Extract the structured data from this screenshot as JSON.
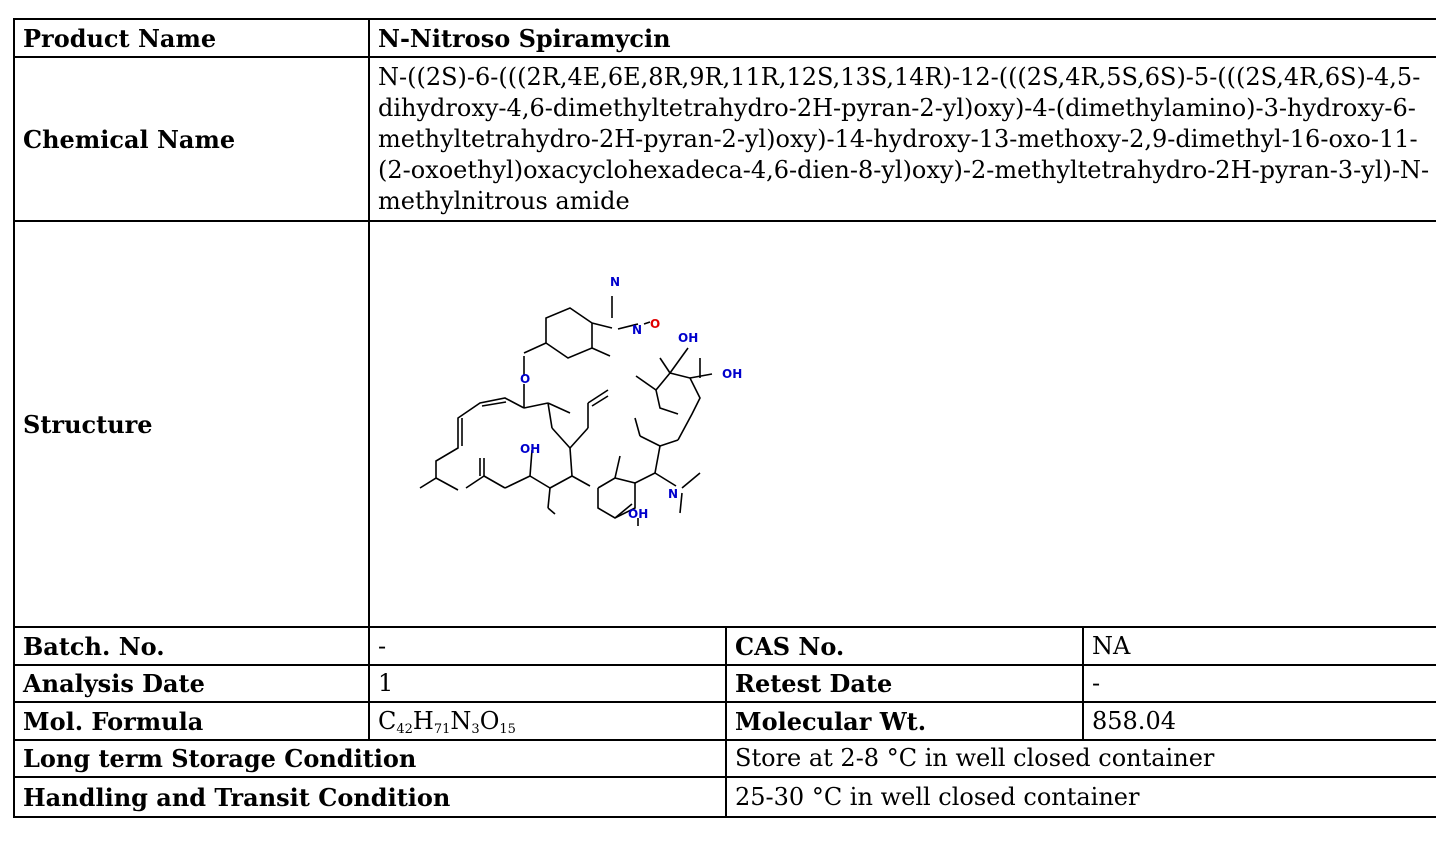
{
  "product_name_label": "Product Name",
  "product_name": "N-Nitroso Spiramycin",
  "chemical_name_label": "Chemical Name",
  "chemical_name": "N-((2S)-6-(((2R,4E,6E,8R,9R,11R,12S,13S,14R)-12-(((2S,4R,5S,6S)-5-(((2S,4R,6S)-4,5-dihydroxy-4,6-dimethyltetrahydro-2H-pyran-2-yl)oxy)-4-(dimethylamino)-3-hydroxy-6-methyltetrahydro-2H-pyran-2-yl)oxy)-14-hydroxy-13-methoxy-2,9-dimethyl-16-oxo-11-(2-oxoethyl)oxacyclohexadeca-4,6-dien-8-yl)oxy)-2-methyltetrahydro-2H-pyran-3-yl)-N-methylnitrous amide",
  "structure_label": "Structure",
  "structure_atoms": {
    "n1": "N",
    "n2": "N",
    "o_nitroso": "O",
    "oh1": "OH",
    "oh2": "OH",
    "oh3": "OH",
    "oh4": "OH",
    "o": "O",
    "n_dimethyl": "N"
  },
  "batch_label": "Batch. No.",
  "batch_value": "-",
  "cas_label": "CAS No.",
  "cas_value": "NA",
  "analysis_date_label": "Analysis Date",
  "analysis_date_value": "1",
  "retest_date_label": "Retest Date",
  "retest_date_value": "-",
  "mol_formula_label": "Mol. Formula",
  "mol_formula": {
    "c": "C",
    "c_n": "42",
    "h": "H",
    "h_n": "71",
    "n": "N",
    "n_n": "3",
    "o": "O",
    "o_n": "15"
  },
  "mol_wt_label": "Molecular Wt.",
  "mol_wt_value": "858.04",
  "storage_label": "Long term Storage Condition",
  "storage_value": "Store at 2-8 °C in well closed container",
  "handling_label": "Handling and Transit Condition",
  "handling_value": "25-30 °C in well closed container",
  "colors": {
    "heteroatom_o": "#e00000",
    "heteroatom_blue": "#0000cc",
    "border": "#000000"
  }
}
